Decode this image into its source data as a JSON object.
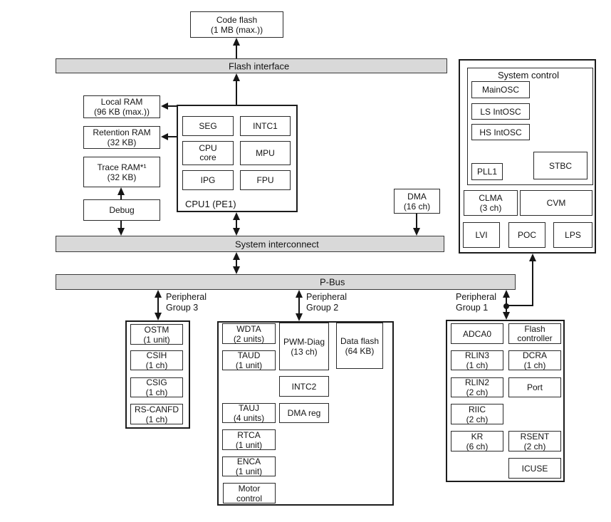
{
  "buses": {
    "flash_interface": "Flash interface",
    "system_interconnect": "System interconnect",
    "p_bus": "P-Bus"
  },
  "top": {
    "code_flash": {
      "l1": "Code flash",
      "l2": "(1 MB (max.))"
    }
  },
  "memory": {
    "local_ram": {
      "l1": "Local RAM",
      "l2": "(96 KB (max.))"
    },
    "retention_ram": {
      "l1": "Retention RAM",
      "l2": "(32 KB)"
    },
    "trace_ram": {
      "l1": "Trace RAM*¹",
      "l2": "(32 KB)"
    },
    "debug": "Debug"
  },
  "cpu": {
    "label": "CPU1 (PE1)",
    "seg": "SEG",
    "intc1": "INTC1",
    "cpu_core": {
      "l1": "CPU",
      "l2": "core"
    },
    "mpu": "MPU",
    "ipg": "IPG",
    "fpu": "FPU"
  },
  "dma": {
    "l1": "DMA",
    "l2": "(16 ch)"
  },
  "system_control": {
    "title": "System control",
    "mainosc": "MainOSC",
    "ls_intosc": "LS IntOSC",
    "hs_intosc": "HS IntOSC",
    "pll1": "PLL1",
    "stbc": "STBC",
    "clma": {
      "l1": "CLMA",
      "l2": "(3 ch)"
    },
    "cvm": "CVM",
    "lvi": "LVI",
    "poc": "POC",
    "lps": "LPS"
  },
  "groups": {
    "g3": {
      "label": {
        "l1": "Peripheral",
        "l2": "Group 3"
      },
      "ostm": {
        "l1": "OSTM",
        "l2": "(1 unit)"
      },
      "csih": {
        "l1": "CSIH",
        "l2": "(1 ch)"
      },
      "csig": {
        "l1": "CSIG",
        "l2": "(1 ch)"
      },
      "rs_canfd": {
        "l1": "RS-CANFD",
        "l2": "(1 ch)"
      }
    },
    "g2": {
      "label": {
        "l1": "Peripheral",
        "l2": "Group 2"
      },
      "wdta": {
        "l1": "WDTA",
        "l2": "(2 units)"
      },
      "taud": {
        "l1": "TAUD",
        "l2": "(1 unit)"
      },
      "pwm_diag": {
        "l1": "PWM-Diag",
        "l2": "(13 ch)"
      },
      "data_flash": {
        "l1": "Data flash",
        "l2": "(64 KB)"
      },
      "intc2": "INTC2",
      "tauj": {
        "l1": "TAUJ",
        "l2": "(4 units)"
      },
      "dma_reg": "DMA reg",
      "rtca": {
        "l1": "RTCA",
        "l2": "(1 unit)"
      },
      "enca": {
        "l1": "ENCA",
        "l2": "(1 unit)"
      },
      "motor_control": {
        "l1": "Motor",
        "l2": "control"
      }
    },
    "g1": {
      "label": {
        "l1": "Peripheral",
        "l2": "Group 1"
      },
      "adca0": "ADCA0",
      "flash_controller": {
        "l1": "Flash",
        "l2": "controller"
      },
      "rlin3": {
        "l1": "RLIN3",
        "l2": "(1 ch)"
      },
      "dcra": {
        "l1": "DCRA",
        "l2": "(1 ch)"
      },
      "rlin2": {
        "l1": "RLIN2",
        "l2": "(2 ch)"
      },
      "port": "Port",
      "riic": {
        "l1": "RIIC",
        "l2": "(2 ch)"
      },
      "kr": {
        "l1": "KR",
        "l2": "(6 ch)"
      },
      "rsent": {
        "l1": "RSENT",
        "l2": "(2 ch)"
      },
      "icuse": "ICUSE"
    }
  },
  "colors": {
    "bus_fill": "#d9d9d9",
    "line": "#161616",
    "background": "#ffffff"
  }
}
